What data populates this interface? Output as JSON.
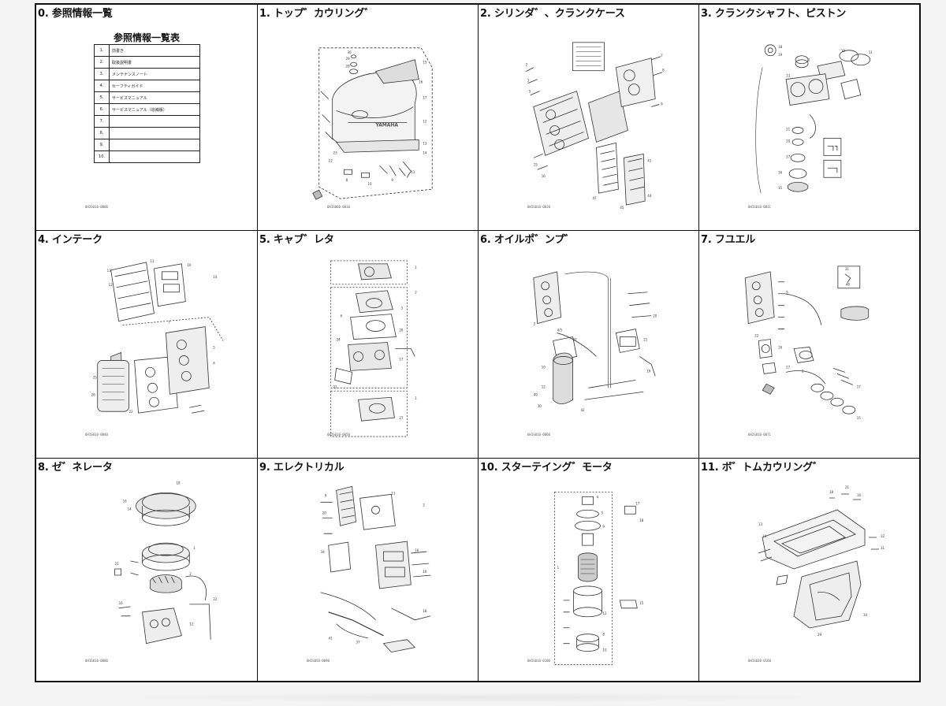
{
  "panels": [
    {
      "title": "0. 参照情報一覧",
      "code": "6H2S010-0000"
    },
    {
      "title": "1. トップ゛カウリング゛",
      "code": "6H1S060-0010"
    },
    {
      "title": "2. シリンダ゛、クランクケース",
      "code": "6H1S010-0020"
    },
    {
      "title": "3. クランクシャフト、ピストン",
      "code": "6H1S010-0031"
    },
    {
      "title": "4. インテーク",
      "code": "6H1S010-0040"
    },
    {
      "title": "5. キャブ゛レタ",
      "code": "6H2S010-0050"
    },
    {
      "title": "6. オイルポ゛ンプ゛",
      "code": "6H1S010-0060"
    },
    {
      "title": "7. フユエル",
      "code": "6H2S010-0071"
    },
    {
      "title": "8. ゼ゛ネレータ",
      "code": "6H1S010-0080"
    },
    {
      "title": "9. エレクトリカル",
      "code": "6H1S050-0090"
    },
    {
      "title": "10. スターテイング゛モータ",
      "code": "6H1S010-0100"
    },
    {
      "title": "11. ボ゛トムカウリング゛",
      "code": "6H1S030-0160"
    }
  ],
  "reference": {
    "title": "参照情報一覧表",
    "rows": [
      {
        "num": "1.",
        "label": "前書き"
      },
      {
        "num": "2.",
        "label": "取扱説明書"
      },
      {
        "num": "3.",
        "label": "メンテナンスノート"
      },
      {
        "num": "4.",
        "label": "セーフティガイド"
      },
      {
        "num": "5.",
        "label": "サービスマニュアル"
      },
      {
        "num": "6.",
        "label": "サービスマニュアル（追補版）"
      },
      {
        "num": "7.",
        "label": ""
      },
      {
        "num": "8.",
        "label": ""
      },
      {
        "num": "9.",
        "label": ""
      },
      {
        "num": "10.",
        "label": ""
      }
    ]
  },
  "cowling_brand": "YAMAHA"
}
